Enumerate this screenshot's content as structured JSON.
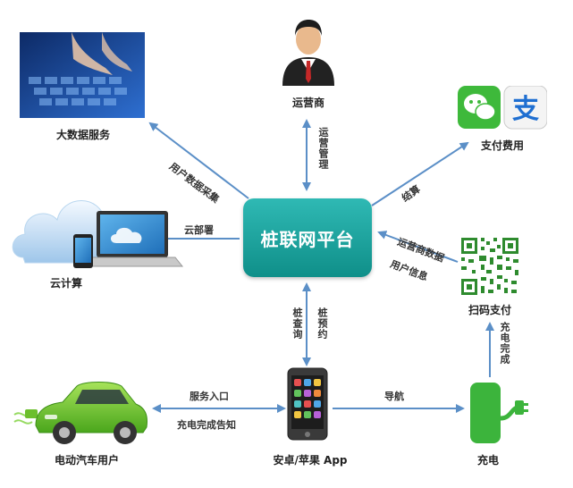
{
  "center": {
    "label": "桩联网平台"
  },
  "nodes": {
    "operator": "运营商",
    "bigdata": "大数据服务",
    "payment": "支付费用",
    "cloud": "云计算",
    "qr": "扫码支付",
    "ev": "电动汽车用户",
    "app": "安卓/苹果 App",
    "charge": "充电"
  },
  "edges": {
    "ops_mgmt": "运营管理",
    "data_collect": "用户数据采集",
    "settle": "结算",
    "cloud_deploy": "云部署",
    "op_data": "运营商数据",
    "user_info": "用户信息",
    "pile_query": "桩查询",
    "pile_reserve": "桩预约",
    "service_entry": "服务入口",
    "charge_notice": "充电完成告知",
    "navigate": "导航",
    "charge_done": "充电完成"
  },
  "icon_text": {
    "alipay": "支"
  },
  "colors": {
    "arrow": "#5b8fc7",
    "center": "#14a19b",
    "green": "#5fbe2a"
  }
}
